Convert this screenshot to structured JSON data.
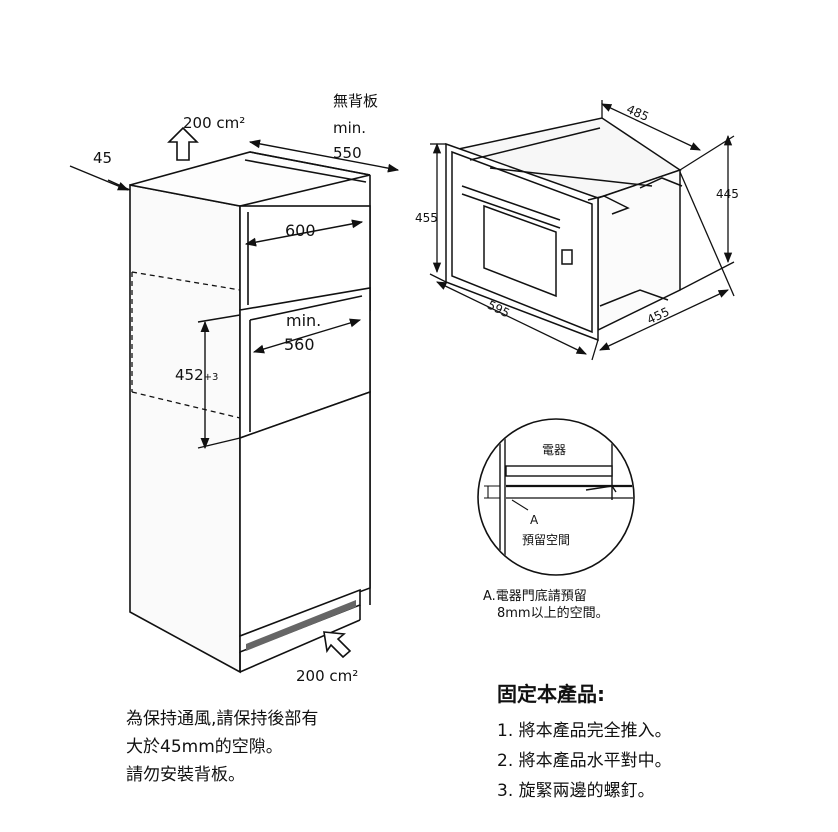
{
  "cabinet": {
    "label_no_back_panel": "無背板",
    "label_min_550": "min.",
    "value_550": "550",
    "vent_top": "200 cm²",
    "depth_gap": "45",
    "width_600": "600",
    "label_min_560": "min.",
    "value_560": "560",
    "height_452": "452",
    "height_452_tol": "+3",
    "vent_bottom": "200 cm²"
  },
  "appliance": {
    "depth_485": "485",
    "height_445": "445",
    "height_455": "455",
    "width_595": "595",
    "depth_455": "455"
  },
  "detail": {
    "appliance_label": "電器",
    "point_label": "A",
    "gap_label": "預留空間",
    "caption_line1": "A.電器門底請預留",
    "caption_line2": "8mm以上的空間。"
  },
  "ventilation_note": [
    "為保持通風,請保持後部有",
    "大於45mm的空隙。",
    "請勿安裝背板。"
  ],
  "fixing": {
    "title": "固定本產品:",
    "steps": [
      "1. 將本產品完全推入。",
      "2. 將本產品水平對中。",
      "3. 旋緊兩邊的螺釘。"
    ]
  }
}
